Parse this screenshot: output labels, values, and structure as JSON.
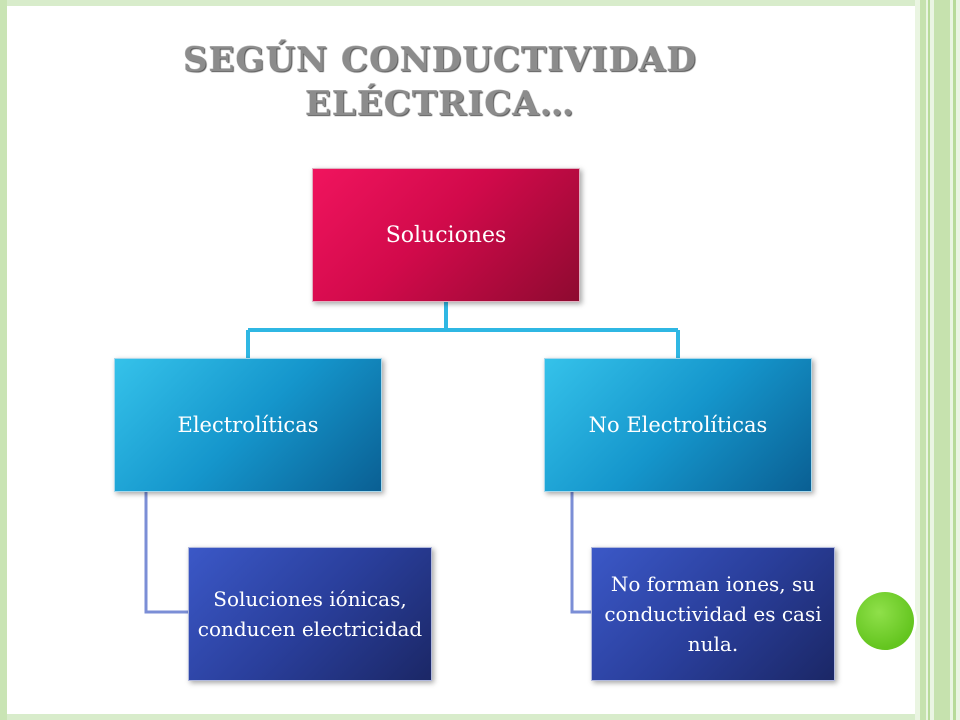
{
  "slide": {
    "title_line1": "SEGÚN CONDUCTIVIDAD",
    "title_line2": "ELÉCTRICA…"
  },
  "diagram": {
    "root": "Soluciones",
    "left_category": "Electrolíticas",
    "right_category": "No Electrolíticas",
    "left_detail": "Soluciones iónicas, conducen electricidad",
    "right_detail": "No forman iones, su conductividad es casi nula."
  },
  "colors": {
    "root": "#d20a4b",
    "category": "#1596cc",
    "detail": "#2a3f9c",
    "connector_top": "#2fb7e3",
    "connector_side": "#7b8ed6",
    "accent_dot": "#64c51f"
  }
}
